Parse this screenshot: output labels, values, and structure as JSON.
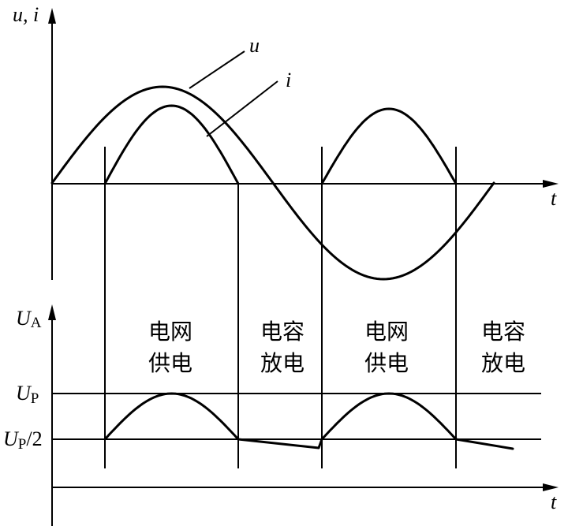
{
  "diagram": {
    "top": {
      "y_axis_label": "u, i",
      "x_axis_label": "t",
      "curve_u_label": "u",
      "curve_i_label": "i"
    },
    "bottom": {
      "y_axis_label_main": "U",
      "y_axis_label_sub": "A",
      "x_axis_label": "t",
      "level_up_main": "U",
      "level_up_sub": "P",
      "level_half_main": "U",
      "level_half_sub": "P",
      "level_half_suffix": "/2"
    },
    "phases": [
      {
        "line1": "电网",
        "line2": "供电"
      },
      {
        "line1": "电容",
        "line2": "放电"
      },
      {
        "line1": "电网",
        "line2": "供电"
      },
      {
        "line1": "电容",
        "line2": "放电"
      }
    ]
  }
}
